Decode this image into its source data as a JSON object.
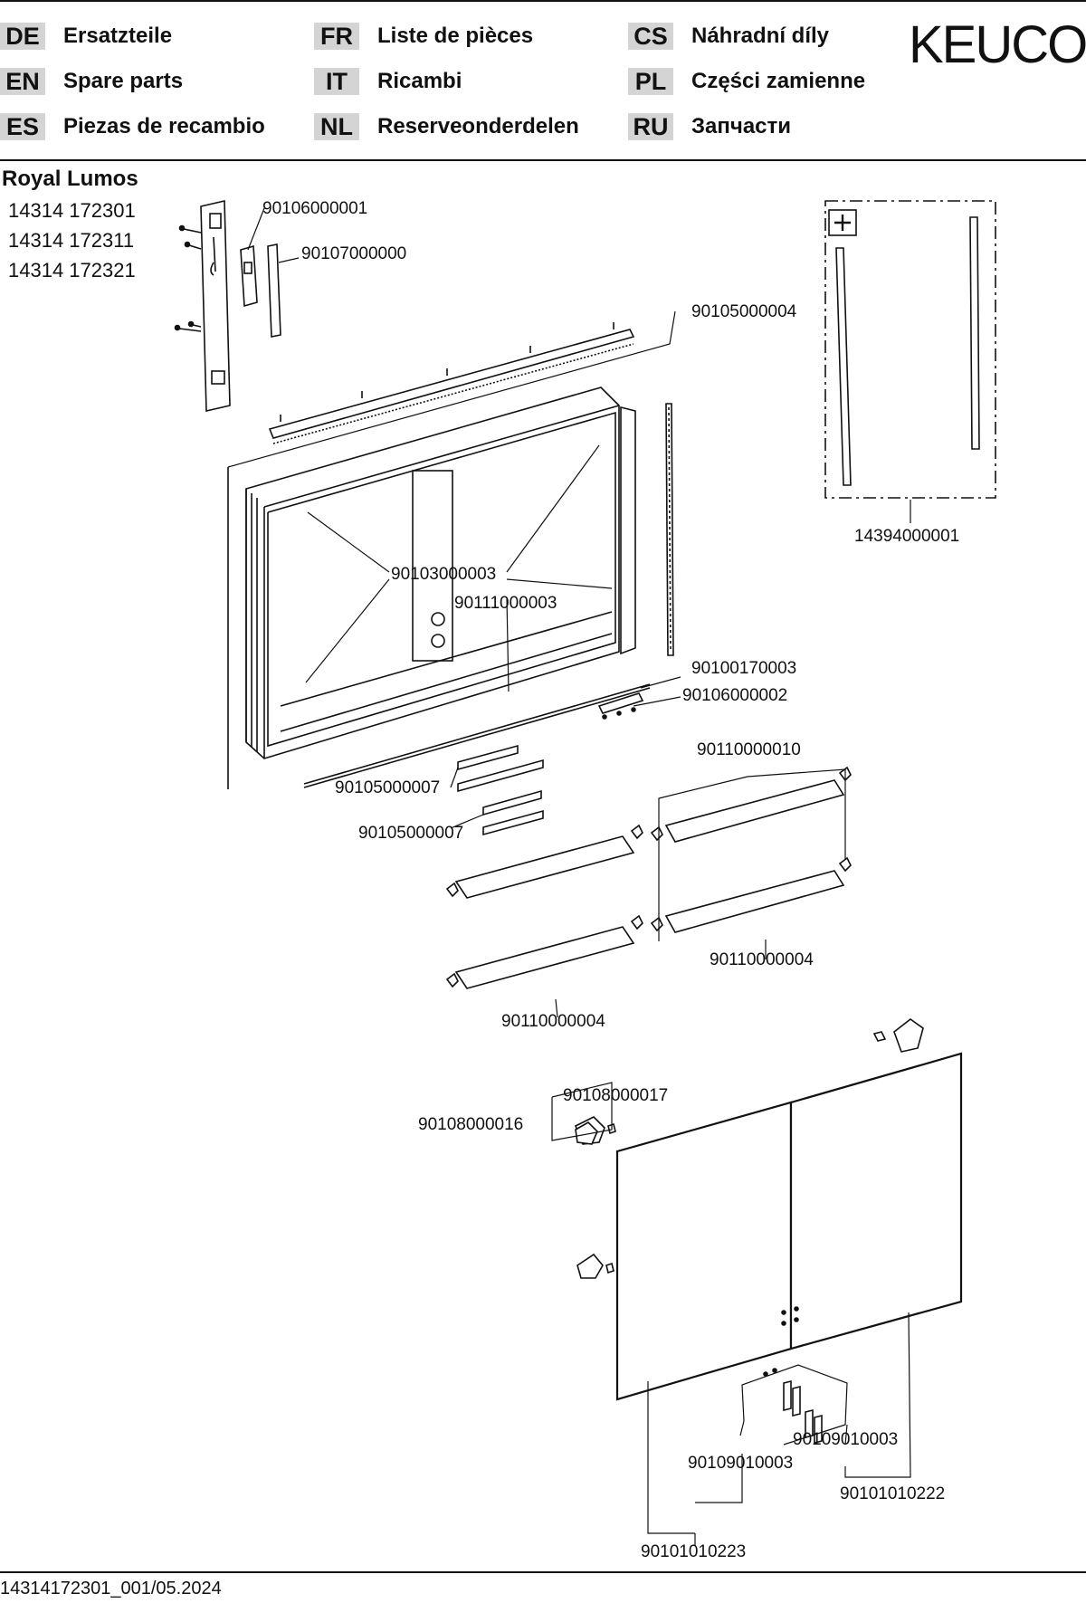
{
  "header": {
    "languages": [
      {
        "code": "DE",
        "label": "Ersatzteile"
      },
      {
        "code": "EN",
        "label": "Spare parts"
      },
      {
        "code": "ES",
        "label": "Piezas de recambio"
      },
      {
        "code": "FR",
        "label": "Liste de pièces"
      },
      {
        "code": "IT",
        "label": "Ricambi"
      },
      {
        "code": "NL",
        "label": "Reserveonderdelen"
      },
      {
        "code": "CS",
        "label": "Náhradní díly"
      },
      {
        "code": "PL",
        "label": "Części zamienne"
      },
      {
        "code": "RU",
        "label": "Запчасти"
      }
    ],
    "logo": "KEUCO"
  },
  "product": {
    "name": "Royal Lumos",
    "article_numbers": [
      "14314 172301",
      "14314 172311",
      "14314 172321"
    ]
  },
  "parts": {
    "p1": "90106000001",
    "p2": "90107000000",
    "p3": "90105000004",
    "p4": "14394000001",
    "p5": "90103000003",
    "p6": "90111000003",
    "p7": "90100170003",
    "p8": "90106000002",
    "p9": "90110000010",
    "p10": "90105000007",
    "p11": "90105000007",
    "p12": "90110000004",
    "p13": "90110000004",
    "p14": "90108000017",
    "p15": "90108000016",
    "p16": "90109010003",
    "p17": "90109010003",
    "p18": "90101010222",
    "p19": "90101010223"
  },
  "footer": {
    "doc_ref": "14314172301_001/05.2024"
  }
}
